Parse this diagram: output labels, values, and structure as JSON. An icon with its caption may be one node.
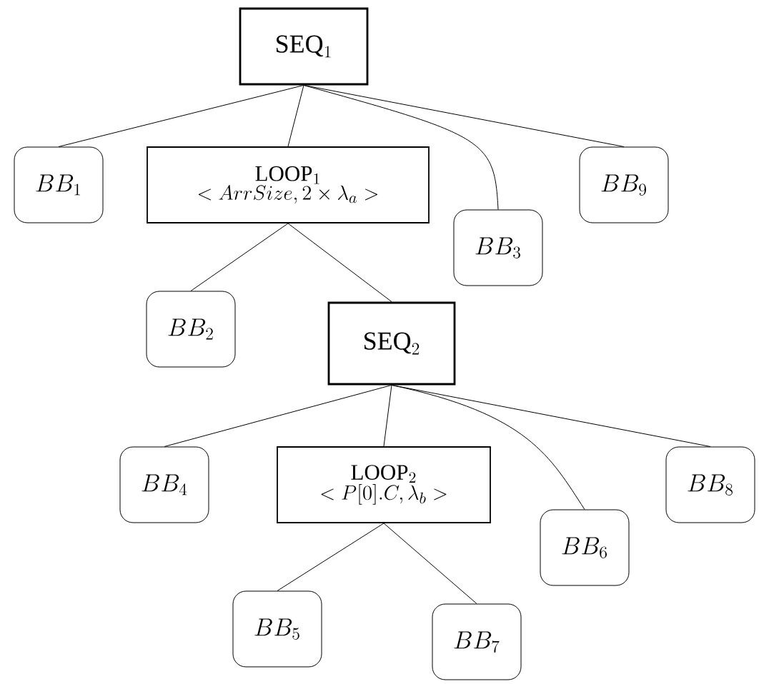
{
  "diagram": {
    "nodes": [
      {
        "text": [
          "\\mathrm{SEQ}_1"
        ]
      },
      {
        "text": [
          "BB_1"
        ]
      },
      {
        "text": [
          "\\mathrm{LOOP}_1",
          "< ArrSize, 2\\times\\lambda_a >"
        ]
      },
      {
        "text": [
          "BB_9"
        ]
      },
      {
        "text": [
          "BB_3"
        ]
      },
      {
        "text": [
          "BB_2"
        ]
      },
      {
        "text": [
          "\\mathrm{SEQ}_2"
        ]
      },
      {
        "text": [
          "BB_4"
        ]
      },
      {
        "text": [
          "\\mathrm{LOOP}_2",
          "< P[0].C, \\lambda_b >"
        ]
      },
      {
        "text": [
          "BB_8"
        ]
      },
      {
        "text": [
          "BB_6"
        ]
      },
      {
        "text": [
          "BB_5"
        ]
      },
      {
        "text": [
          "BB_7"
        ]
      }
    ],
    "edges": [
      {
        "from": 0,
        "to": 1,
        "arrow": "none"
      },
      {
        "from": 0,
        "to": 2,
        "arrow": "none"
      },
      {
        "from": 0,
        "to": 4,
        "arrow": "none"
      },
      {
        "from": 0,
        "to": 3,
        "arrow": "none"
      },
      {
        "from": 2,
        "to": 5,
        "arrow": "none"
      },
      {
        "from": 2,
        "to": 6,
        "arrow": "none"
      },
      {
        "from": 6,
        "to": 7,
        "arrow": "none"
      },
      {
        "from": 6,
        "to": 8,
        "arrow": "none"
      },
      {
        "from": 6,
        "to": 10,
        "arrow": "none"
      },
      {
        "from": 6,
        "to": 9,
        "arrow": "none"
      },
      {
        "from": 8,
        "to": 11,
        "arrow": "none"
      },
      {
        "from": 8,
        "to": 12,
        "arrow": "none"
      }
    ]
  }
}
